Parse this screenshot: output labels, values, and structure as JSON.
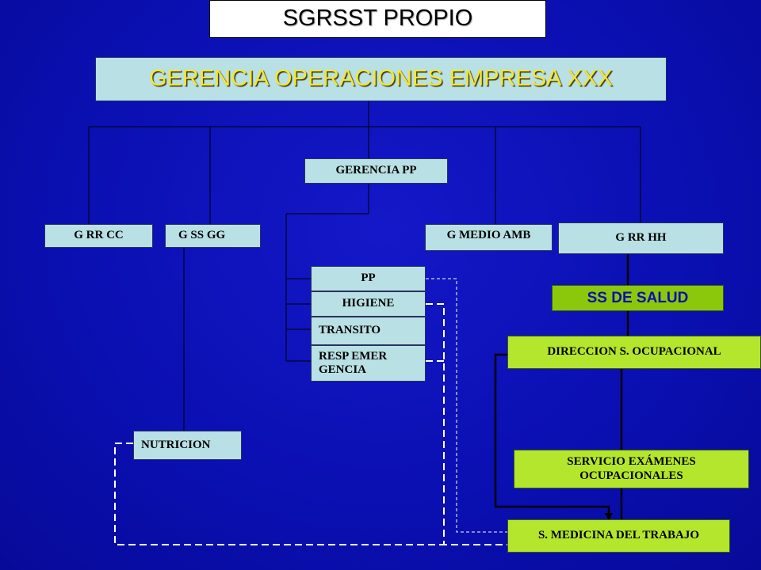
{
  "title": "SGRSST PROPIO",
  "main": "GERENCIA  OPERACIONES EMPRESA XXX",
  "nodes": {
    "gerencia_pp": "GERENCIA PP",
    "g_rr_cc": "G RR CC",
    "g_ss_gg": "G SS GG",
    "g_medio_amb": "G MEDIO AMB",
    "g_rr_hh": "G RR HH",
    "pp": "PP",
    "higiene": "HIGIENE",
    "transito": "TRANSITO",
    "resp_emer_1": "RESP EMER",
    "resp_emer_2": "GENCIA",
    "ss_de_salud": "SS DE SALUD",
    "direccion": "DIRECCION  S. OCUPACIONAL",
    "nutricion": "NUTRICION",
    "servicio_1": "SERVICIO EXÁMENES",
    "servicio_2": "OCUPACIONALES",
    "medicina": "S. MEDICINA DEL TRABAJO"
  },
  "colors": {
    "background": "#0a10b8",
    "box_light_blue": "#b9e0e4",
    "box_green": "#b3e62c",
    "title_yellow": "#f1e63a"
  }
}
